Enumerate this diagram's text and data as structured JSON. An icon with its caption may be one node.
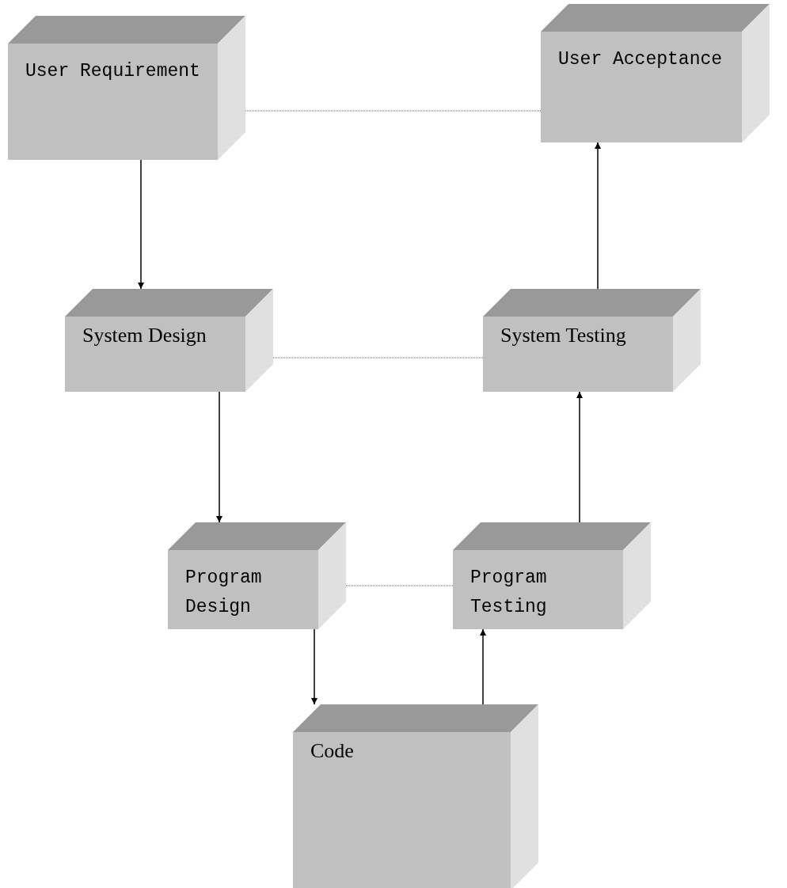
{
  "diagram": {
    "nodes": [
      {
        "text": [
          "User Requirement"
        ]
      },
      {
        "text": [
          "User Acceptance"
        ]
      },
      {
        "text": [
          "System Design"
        ]
      },
      {
        "text": [
          "System Testing"
        ]
      },
      {
        "text": [
          "Program Design"
        ]
      },
      {
        "text": [
          "Program Testing"
        ]
      },
      {
        "text": [
          "Code"
        ]
      }
    ],
    "edges": [
      {
        "from": 0,
        "to": 2,
        "arrow": "to"
      },
      {
        "from": 2,
        "to": 4,
        "arrow": "to"
      },
      {
        "from": 4,
        "to": 6,
        "arrow": "to"
      },
      {
        "from": 6,
        "to": 5,
        "arrow": "to"
      },
      {
        "from": 5,
        "to": 3,
        "arrow": "to"
      },
      {
        "from": 3,
        "to": 1,
        "arrow": "to"
      },
      {
        "from": 0,
        "to": 1,
        "arrow": "none",
        "style": "dashed"
      },
      {
        "from": 2,
        "to": 3,
        "arrow": "none",
        "style": "dashed"
      },
      {
        "from": 4,
        "to": 5,
        "arrow": "none",
        "style": "dashed"
      }
    ]
  }
}
